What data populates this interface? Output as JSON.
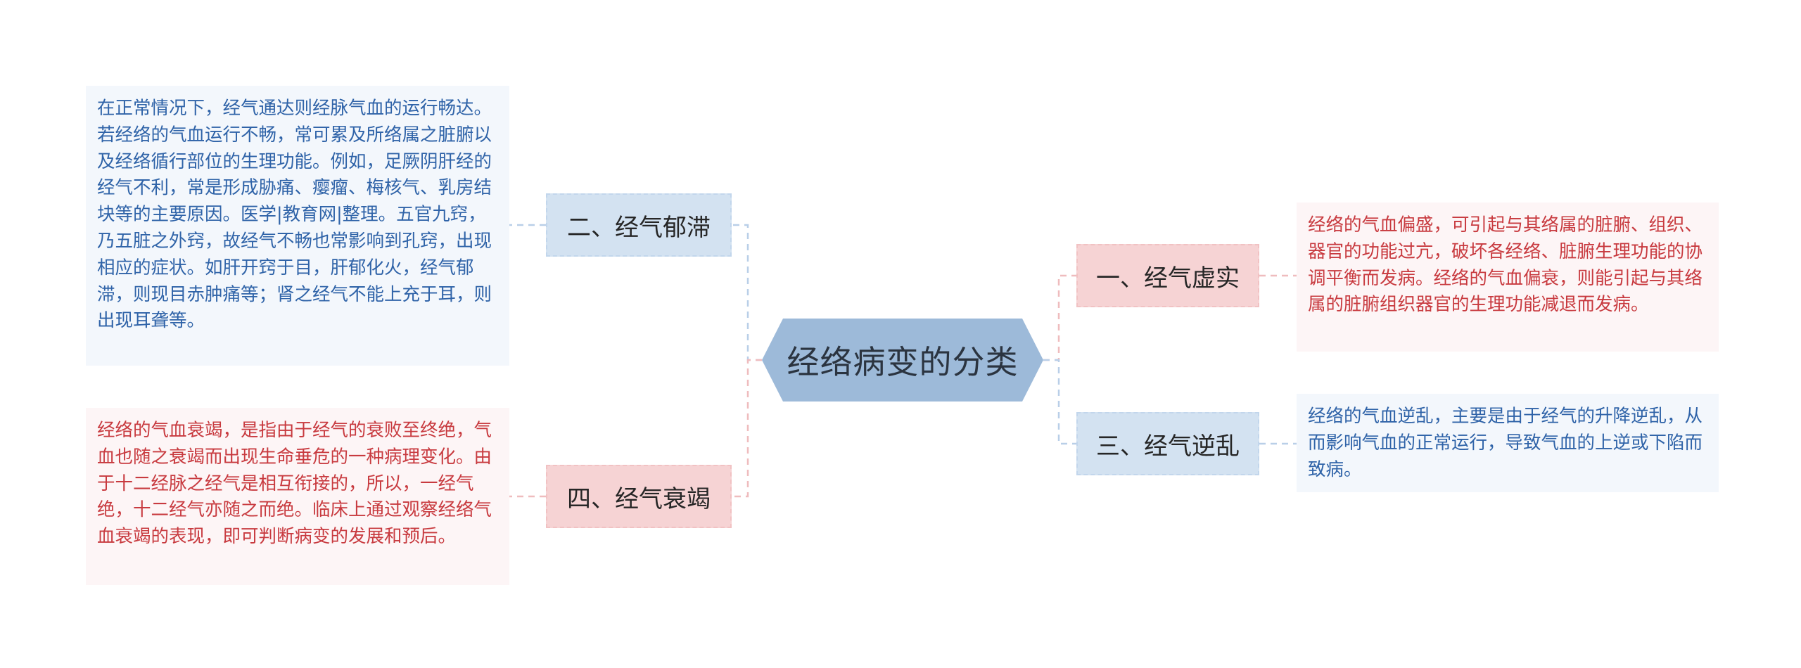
{
  "title": "经络病变的分类",
  "branches": {
    "b1": {
      "label": "一、经气虚实",
      "note": "经络的气血偏盛，可引起与其络属的脏腑、组织、器官的功能过亢，破坏各经络、脏腑生理功能的协调平衡而发病。经络的气血偏衰，则能引起与其络属的脏腑组织器官的生理功能减退而发病。"
    },
    "b2": {
      "label": "二、经气郁滞",
      "note": "在正常情况下，经气通达则经脉气血的运行畅达。若经络的气血运行不畅，常可累及所络属之脏腑以及经络循行部位的生理功能。例如，足厥阴肝经的经气不利，常是形成胁痛、瘿瘤、梅核气、乳房结块等的主要原因。医学|教育网|整理。五官九窍，乃五脏之外窍，故经气不畅也常影响到孔窍，出现相应的症状。如肝开窍于目，肝郁化火，经气郁滞，则现目赤肿痛等；肾之经气不能上充于耳，则出现耳聋等。"
    },
    "b3": {
      "label": "三、经气逆乱",
      "note": "经络的气血逆乱，主要是由于经气的升降逆乱，从而影响气血的正常运行，导致气血的上逆或下陷而致病。"
    },
    "b4": {
      "label": "四、经气衰竭",
      "note": "经络的气血衰竭，是指由于经气的衰败至终绝，气血也随之衰竭而出现生命垂危的一种病理变化。由于十二经脉之经气是相互衔接的，所以，一经气绝，十二经气亦随之而绝。临床上通过观察经络气血衰竭的表现，即可判断病变的发展和预后。"
    }
  },
  "colors": {
    "central_bg": "#9dbad9",
    "blue_branch_bg": "#d3e2f1",
    "red_branch_bg": "#f6d3d4",
    "blue_text": "#2f63a8",
    "red_text": "#c83a3f",
    "blue_line": "#b9cfe8",
    "red_line": "#efbcbe"
  }
}
